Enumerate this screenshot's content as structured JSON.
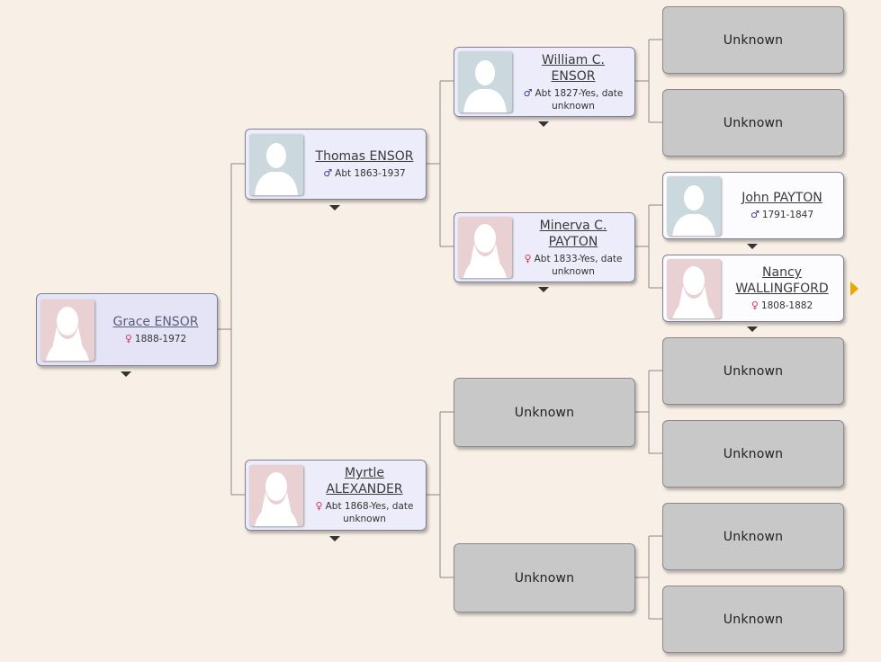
{
  "people": {
    "root": {
      "name": "Grace ENSOR",
      "dates": "1888-1972",
      "gender": "female"
    },
    "father": {
      "name": "Thomas ENSOR",
      "dates": "Abt 1863-1937",
      "gender": "male"
    },
    "mother": {
      "name_line1": "Myrtle",
      "name_line2": "ALEXANDER",
      "dates_line1": "Abt 1868-Yes, date",
      "dates_line2": "unknown",
      "gender": "female"
    },
    "paternal_grandfather": {
      "name_line1": "William C.",
      "name_line2": "ENSOR",
      "dates_line1": "Abt 1827-Yes, date",
      "dates_line2": "unknown",
      "gender": "male"
    },
    "paternal_grandmother": {
      "name_line1": "Minerva C.",
      "name_line2": "PAYTON",
      "dates_line1": "Abt 1833-Yes, date",
      "dates_line2": "unknown",
      "gender": "female"
    },
    "gg_father_payton": {
      "name": "John PAYTON",
      "dates": "1791-1847",
      "gender": "male"
    },
    "gg_mother_payton": {
      "name_line1": "Nancy",
      "name_line2": "WALLINGFORD",
      "dates": "1808-1882",
      "gender": "female"
    }
  },
  "unknown_label": "Unknown",
  "symbols": {
    "male": "♂",
    "female": "♀"
  },
  "colors": {
    "background": "#f8efe7",
    "unknown_box": "#c8c8c8",
    "male_symbol": "#3a3a8a",
    "female_symbol": "#d23a4a",
    "more_arrow": "#e8a800"
  }
}
